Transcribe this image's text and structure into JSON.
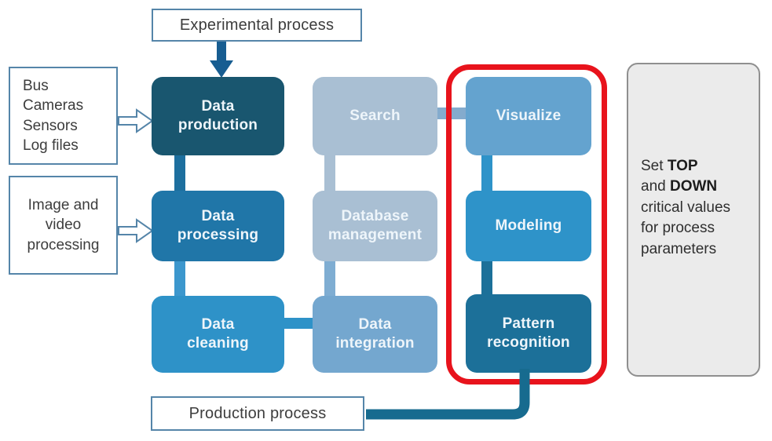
{
  "diagram": {
    "top_label": {
      "text": "Experimental process"
    },
    "bottom_label": {
      "text": "Production process"
    },
    "inputs": [
      {
        "text": "Bus\nCameras\nSensors\nLog files"
      },
      {
        "text": "Image and\nvideo\nprocessing"
      }
    ],
    "columns": [
      {
        "name": "production-chain",
        "boxes": [
          {
            "label": "Data\nproduction",
            "color": "#19566f"
          },
          {
            "label": "Data\nprocessing",
            "color": "#2076a8"
          },
          {
            "label": "Data\ncleaning",
            "color": "#2e92c8"
          }
        ]
      },
      {
        "name": "management-chain",
        "boxes": [
          {
            "label": "Search",
            "color": "#a9bfd3"
          },
          {
            "label": "Database\nmanagement",
            "color": "#a9bfd3"
          },
          {
            "label": "Data\nintegration",
            "color": "#74a7cf"
          }
        ]
      },
      {
        "name": "analysis-chain",
        "boxes": [
          {
            "label": "Visualize",
            "color": "#64a3cf"
          },
          {
            "label": "Modeling",
            "color": "#2e93c9"
          },
          {
            "label": "Pattern\nrecognition",
            "color": "#1c7099"
          }
        ]
      }
    ],
    "note": {
      "seg1": "Set ",
      "bold1": "TOP",
      "seg2": "and ",
      "bold2": "DOWN",
      "rest": "critical values\nfor process\nparameters"
    },
    "colors": {
      "highlight_red": "#e8131c",
      "dark_elbow_connector": "#176b8f",
      "solid_arrow_blue": "#175d91",
      "outline_blue": "#5585a9",
      "conn_col1_a": "#1d6f9e",
      "conn_col1_b": "#3c97cd",
      "conn_col2_a": "#a9bfd3",
      "conn_col2_b": "#7fadd2",
      "conn_col3_a": "#2e93c9",
      "conn_col3_b": "#1c7099",
      "conn_h_clean_integ": "#2e92c8",
      "conn_h_search_vis": "#84abcd"
    }
  }
}
